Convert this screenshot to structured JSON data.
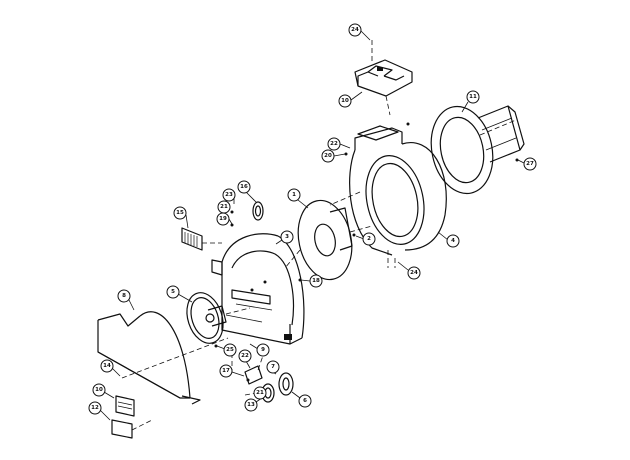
{
  "callouts": [
    {
      "id": "c24-top",
      "label": "24"
    },
    {
      "id": "c10-top",
      "label": "10"
    },
    {
      "id": "c11",
      "label": "11"
    },
    {
      "id": "c22-top",
      "label": "22"
    },
    {
      "id": "c20-top",
      "label": "20"
    },
    {
      "id": "c27",
      "label": "27"
    },
    {
      "id": "c1",
      "label": "1"
    },
    {
      "id": "c15",
      "label": "15"
    },
    {
      "id": "c23",
      "label": "23"
    },
    {
      "id": "c16",
      "label": "16"
    },
    {
      "id": "c21-mid",
      "label": "21"
    },
    {
      "id": "c19",
      "label": "19"
    },
    {
      "id": "c3",
      "label": "3"
    },
    {
      "id": "c2",
      "label": "2"
    },
    {
      "id": "c4",
      "label": "4"
    },
    {
      "id": "c24-bot",
      "label": "24"
    },
    {
      "id": "c18",
      "label": "18"
    },
    {
      "id": "c8",
      "label": "8"
    },
    {
      "id": "c5",
      "label": "5"
    },
    {
      "id": "c25",
      "label": "25"
    },
    {
      "id": "c9",
      "label": "9"
    },
    {
      "id": "c14",
      "label": "14"
    },
    {
      "id": "c17",
      "label": "17"
    },
    {
      "id": "c22-bot",
      "label": "22"
    },
    {
      "id": "c7",
      "label": "7"
    },
    {
      "id": "c13",
      "label": "13"
    },
    {
      "id": "c21-bot",
      "label": "21"
    },
    {
      "id": "c6",
      "label": "6"
    },
    {
      "id": "c10-bot",
      "label": "10"
    },
    {
      "id": "c12",
      "label": "12"
    }
  ]
}
